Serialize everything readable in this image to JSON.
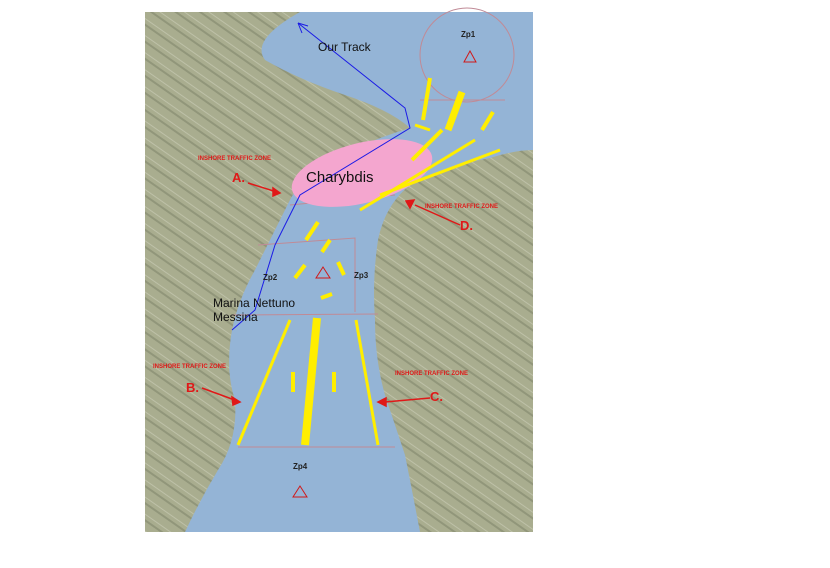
{
  "labels": {
    "track": "Our Track",
    "charybdis": "Charybdis",
    "marina_line1": "Marina Nettuno",
    "marina_line2": "Messina"
  },
  "zones": {
    "zp1": "Zp1",
    "zp2": "Zp2",
    "zp3": "Zp3",
    "zp4": "Zp4"
  },
  "inshore": {
    "text": "INSHORE TRAFFIC ZONE",
    "marker_a": "A.",
    "marker_b": "B.",
    "marker_c": "C.",
    "marker_d": "D."
  },
  "colors": {
    "sea": "#94b4d6",
    "land": "#a6ab8c",
    "land_dark": "#8a8d72",
    "charybdis": "#f4a6cf",
    "lanes": "#ffee00",
    "track": "#1a1ae6",
    "inshore_red": "#e01818",
    "zone_border": "#c08a96"
  }
}
